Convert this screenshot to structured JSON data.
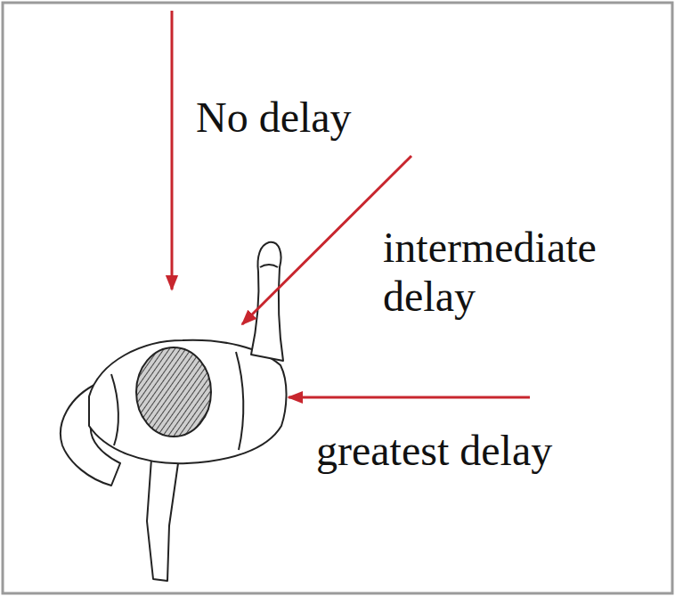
{
  "diagram": {
    "labels": [
      "No delay",
      "intermediate delay",
      "greatest delay"
    ]
  }
}
